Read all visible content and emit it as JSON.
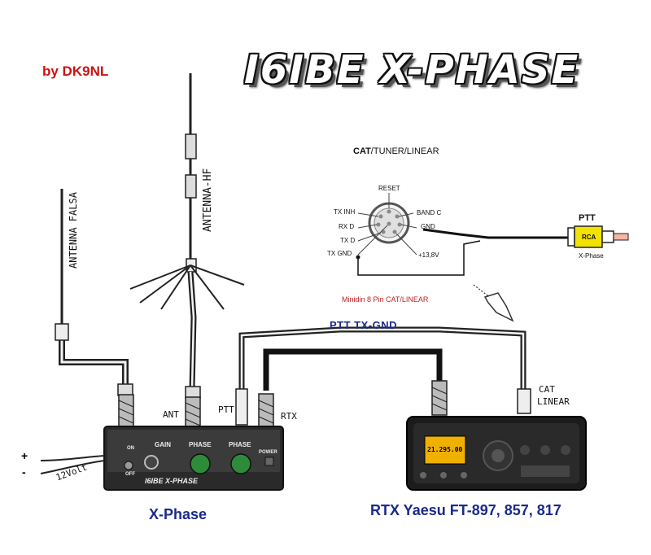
{
  "header": {
    "author": "by DK9NL",
    "title": "I6IBE   X-PHASE"
  },
  "antennas": {
    "fake_antenna_label": "ANTENNA FALSA",
    "hf_antenna_label": "ANTENNA-HF"
  },
  "connector": {
    "title_bold": "CAT",
    "title_rest": "/TUNER/LINEAR",
    "pins": {
      "reset": "RESET",
      "tx_inh": "TX INH",
      "band_c": "BAND C",
      "rx_d": "RX D",
      "gnd": "GND",
      "tx_d": "TX D",
      "tx_gnd": "TX GND",
      "v138": "+13,8V"
    },
    "caption": "Minidin 8 Pin CAT/LINEAR"
  },
  "ptt_plug": {
    "title": "PTT",
    "rca": "RCA",
    "sub": "X-Phase"
  },
  "cables": {
    "ptt_txgnd": "PTT  TX-GND",
    "cat_linear_1": "CAT",
    "cat_linear_2": "LINEAR"
  },
  "xphase_unit": {
    "ant": "ANT",
    "ptt": "PTT",
    "rtx": "RTX",
    "gain": "GAIN",
    "phase1": "PHASE",
    "phase2": "PHASE",
    "on": "ON",
    "off": "OFF",
    "power": "POWER",
    "brand": "I6IBE X-PHASE",
    "plus": "+",
    "minus": "-",
    "volt": "12Volt"
  },
  "radio": {
    "display": "21.295.00"
  },
  "captions": {
    "xphase": "X-Phase",
    "rtx": "RTX Yaesu FT-897, 857, 817"
  },
  "colors": {
    "title_blue": "#1a2a8c",
    "author_red": "#d01010",
    "knob_green": "#2e8b3a",
    "rca_yellow": "#f2e200",
    "display_amber": "#f0b000"
  }
}
